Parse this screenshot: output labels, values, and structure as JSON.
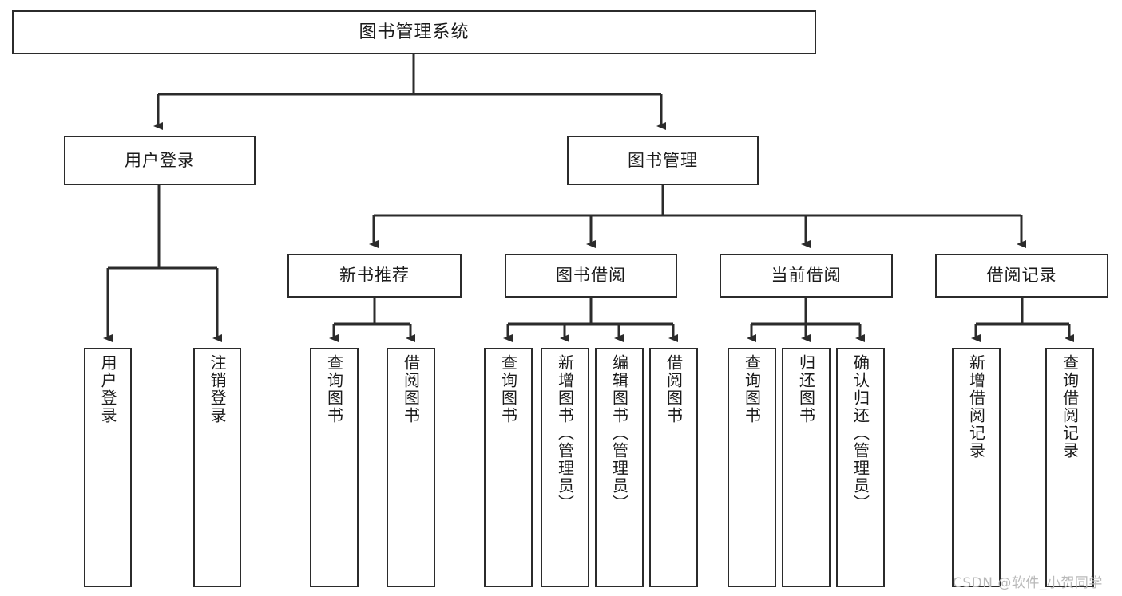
{
  "diagram": {
    "title": "图书管理系统",
    "type": "tree",
    "watermark": "CSDN @软件_小贺同学",
    "colors": {
      "stroke": "#2b2b2b",
      "fill": "#ffffff",
      "text": "#1a1a1a",
      "watermark": "#b9b9b9"
    },
    "root": {
      "label": "图书管理系统"
    },
    "level2": [
      {
        "label": "用户登录"
      },
      {
        "label": "图书管理"
      }
    ],
    "level3": [
      {
        "label": "新书推荐"
      },
      {
        "label": "图书借阅"
      },
      {
        "label": "当前借阅"
      },
      {
        "label": "借阅记录"
      }
    ],
    "leaves": {
      "user_login": [
        {
          "label": "用户登录"
        },
        {
          "label": "注销登录"
        }
      ],
      "new_book": [
        {
          "label": "查询图书"
        },
        {
          "label": "借阅图书"
        }
      ],
      "borrow_book": [
        {
          "label": "查询图书"
        },
        {
          "label": "新增图书（管理员）"
        },
        {
          "label": "编辑图书（管理员）"
        },
        {
          "label": "借阅图书"
        }
      ],
      "current_borrow": [
        {
          "label": "查询图书"
        },
        {
          "label": "归还图书"
        },
        {
          "label": "确认归还（管理员）"
        }
      ],
      "borrow_record": [
        {
          "label": "新增借阅记录"
        },
        {
          "label": "查询借阅记录"
        }
      ]
    }
  }
}
